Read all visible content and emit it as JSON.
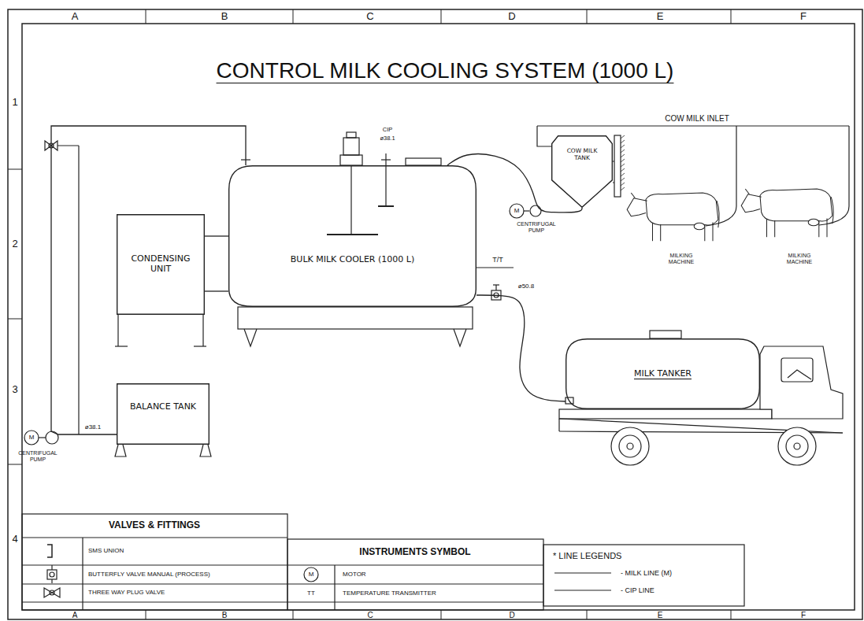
{
  "diagram": {
    "title": "CONTROL MILK COOLING SYSTEM (1000 L)",
    "nodes": [
      {
        "text": [
          "CONDENSING UNIT"
        ]
      },
      {
        "text": [
          "BULK MILK COOLER (1000 L)"
        ]
      },
      {
        "text": [
          "COW MILK TANK"
        ]
      },
      {
        "text": [
          "MILK TANKER"
        ]
      },
      {
        "text": [
          "BALANCE TANK"
        ]
      }
    ],
    "edges": [
      {
        "from": 2,
        "to": 1,
        "arrow": "none"
      },
      {
        "from": 1,
        "to": 3,
        "arrow": "none"
      },
      {
        "from": 4,
        "to": 1,
        "arrow": "none"
      },
      {
        "from": 0,
        "to": 1,
        "arrow": "none"
      },
      {
        "from": 0,
        "to": 1,
        "arrow": "none"
      }
    ],
    "labels": [
      "A",
      "B",
      "C",
      "D",
      "E",
      "F",
      "1",
      "2",
      "3",
      "4",
      "A",
      "B",
      "C",
      "D",
      "E",
      "F",
      "CIP",
      "ø38.1",
      "COW MILK INLET",
      "M",
      "CENTRIFUGAL PUMP",
      "MILKING MACHINE",
      "MILKING MACHINE",
      "T/T",
      "ø50.8",
      "ø38.1",
      "M",
      "CENTRIFUGAL PUMP",
      "VALVES & FITTINGS",
      "SMS UNION",
      "BUTTERFLY VALVE MANUAL (PROCESS)",
      "THREE WAY PLUG VALVE",
      "INSTRUMENTS SYMBOL",
      "M",
      "MOTOR",
      "TT",
      "TEMPERATURE TRANSMITTER",
      "* LINE LEGENDS"
    ],
    "legend": [
      {
        "text": "- MILK LINE (M)"
      },
      {
        "text": "- CIP LINE"
      }
    ]
  }
}
